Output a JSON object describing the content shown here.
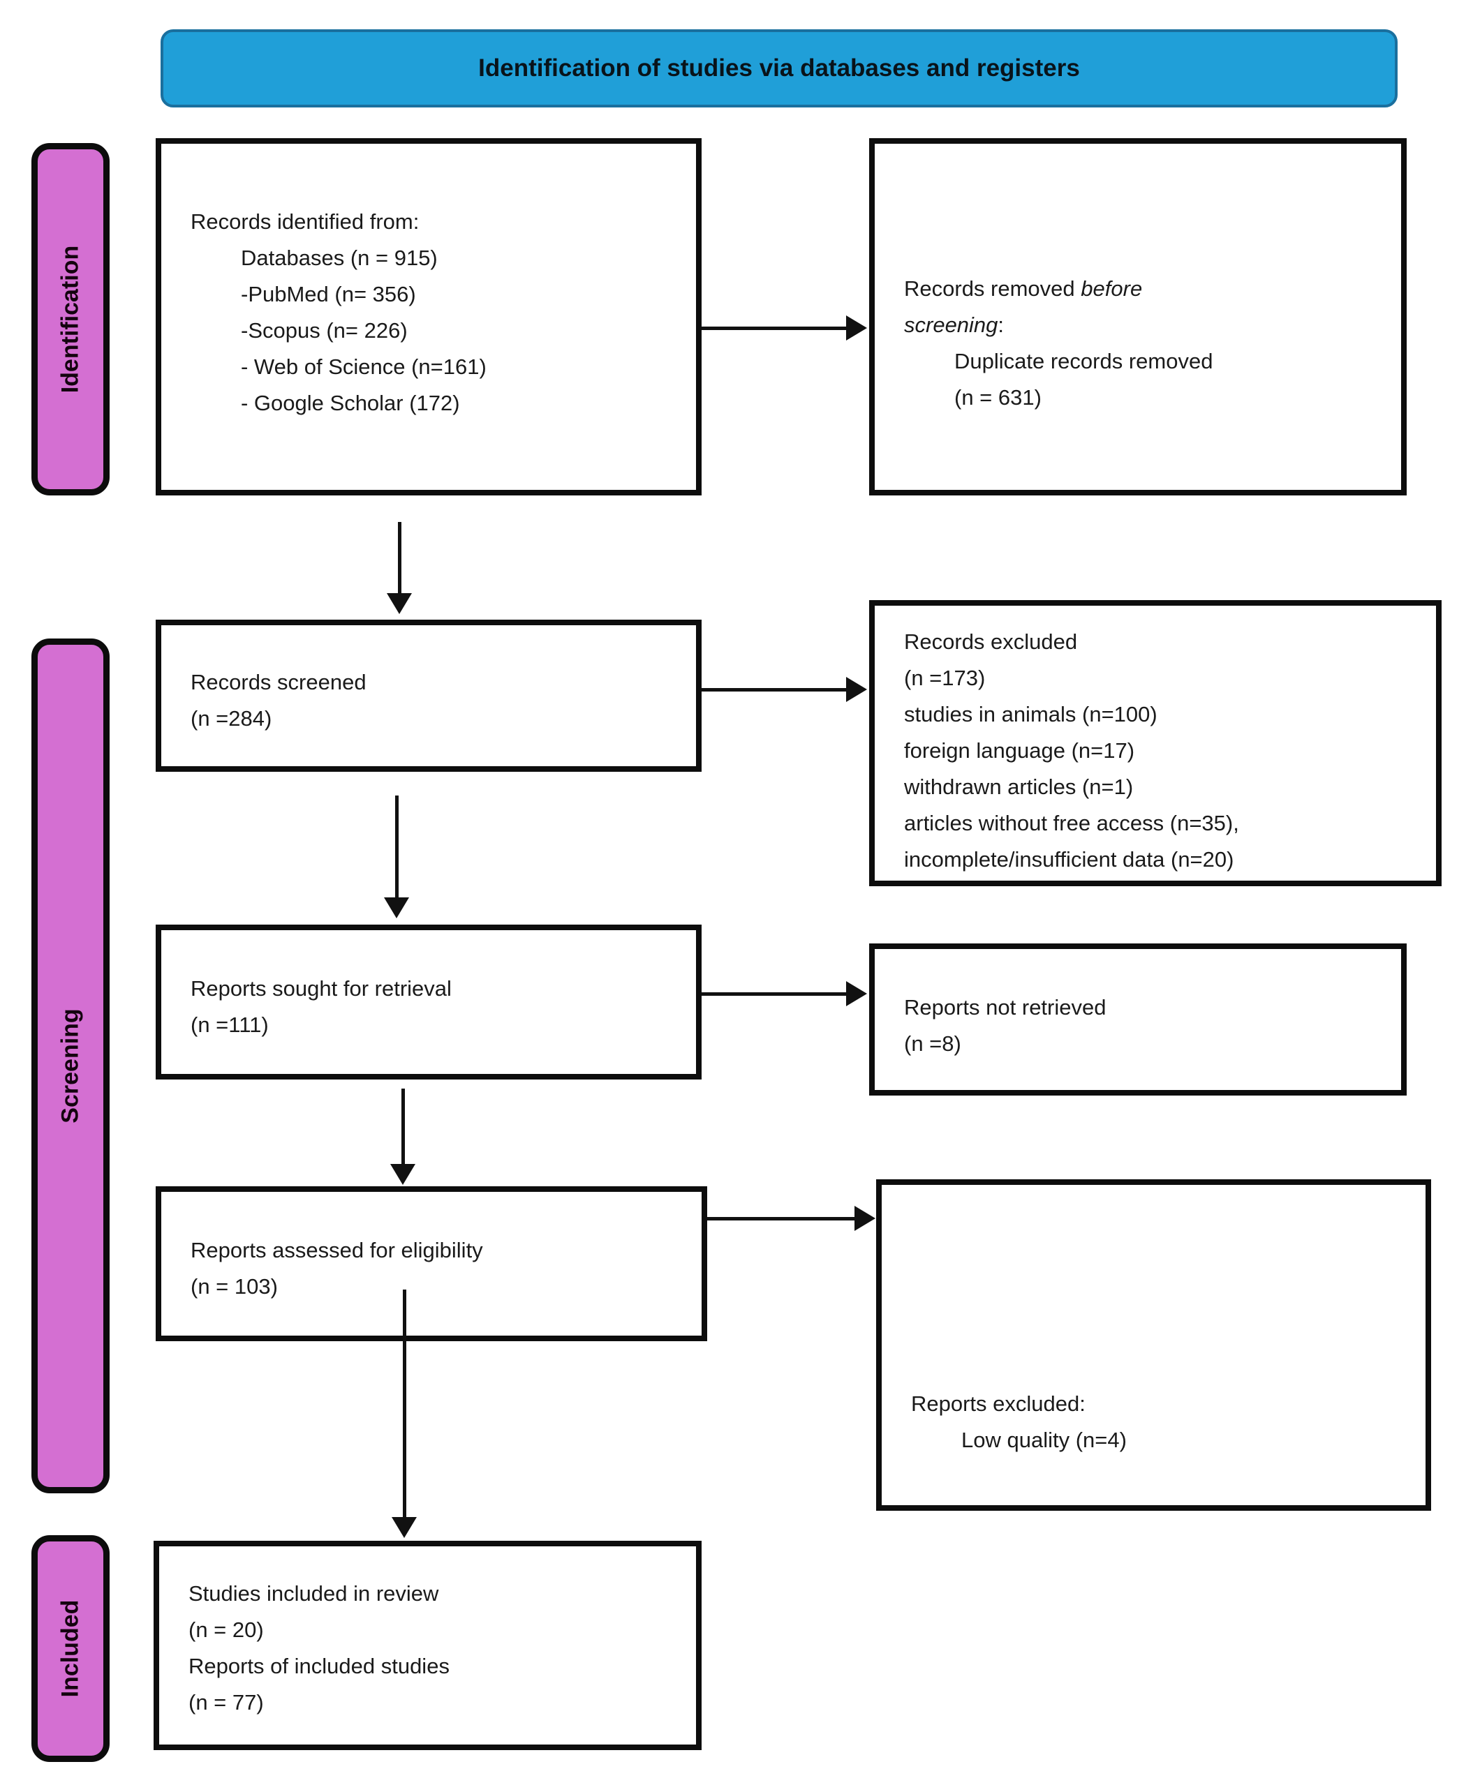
{
  "title": "Identification of studies via databases and registers",
  "colors": {
    "header_bg": "#209fd8",
    "header_border": "#1a6f9e",
    "stage_bg": "#d46fd2",
    "box_border": "#0d0d0d",
    "arrow": "#111111"
  },
  "stages": {
    "identification": "Identification",
    "screening": "Screening",
    "included": "Included"
  },
  "boxes": {
    "identified": {
      "lines": [
        {
          "text": "Records identified from:"
        },
        {
          "text": "Databases (n = 915)",
          "indent": 1
        },
        {
          "text": "-PubMed (n= 356)",
          "indent": 1
        },
        {
          "text": "-Scopus (n= 226)",
          "indent": 1
        },
        {
          "text": "- Web of Science (n=161)",
          "indent": 1
        },
        {
          "text": "- Google Scholar (172)",
          "indent": 1
        }
      ]
    },
    "removed_before_screening": {
      "lines": [
        {
          "runs": [
            {
              "t": "Records removed "
            },
            {
              "t": "before",
              "i": 1
            }
          ]
        },
        {
          "runs": [
            {
              "t": "screening",
              "i": 1
            },
            {
              "t": ":"
            }
          ]
        },
        {
          "text": "Duplicate records removed",
          "indent": 1
        },
        {
          "text": "(n = 631)",
          "indent": 1
        }
      ]
    },
    "screened": {
      "lines": [
        {
          "text": "Records screened"
        },
        {
          "text": "(n =284)"
        }
      ]
    },
    "records_excluded": {
      "lines": [
        {
          "text": "Records excluded"
        },
        {
          "text": "(n =173)"
        },
        {
          "text": "studies in animals (n=100)"
        },
        {
          "text": "foreign language (n=17)"
        },
        {
          "text": "withdrawn articles (n=1)"
        },
        {
          "text": "articles without free access (n=35),"
        },
        {
          "text": "incomplete/insufficient data (n=20)"
        }
      ]
    },
    "sought": {
      "lines": [
        {
          "text": "Reports sought for retrieval"
        },
        {
          "text": "(n =111)"
        }
      ]
    },
    "not_retrieved": {
      "lines": [
        {
          "text": "Reports not retrieved"
        },
        {
          "text": "(n =8)"
        }
      ]
    },
    "assessed": {
      "lines": [
        {
          "text": "Reports assessed for eligibility"
        },
        {
          "text": "(n = 103)"
        }
      ]
    },
    "reports_excluded": {
      "lines": [
        {
          "text": "Reports excluded:"
        },
        {
          "text": "Low quality (n=4)",
          "indent": 1
        }
      ]
    },
    "included_studies": {
      "lines": [
        {
          "text": "Studies included in review"
        },
        {
          "text": "(n = 20)"
        },
        {
          "text": "Reports of included studies"
        },
        {
          "text": "(n = 77)"
        }
      ]
    }
  }
}
